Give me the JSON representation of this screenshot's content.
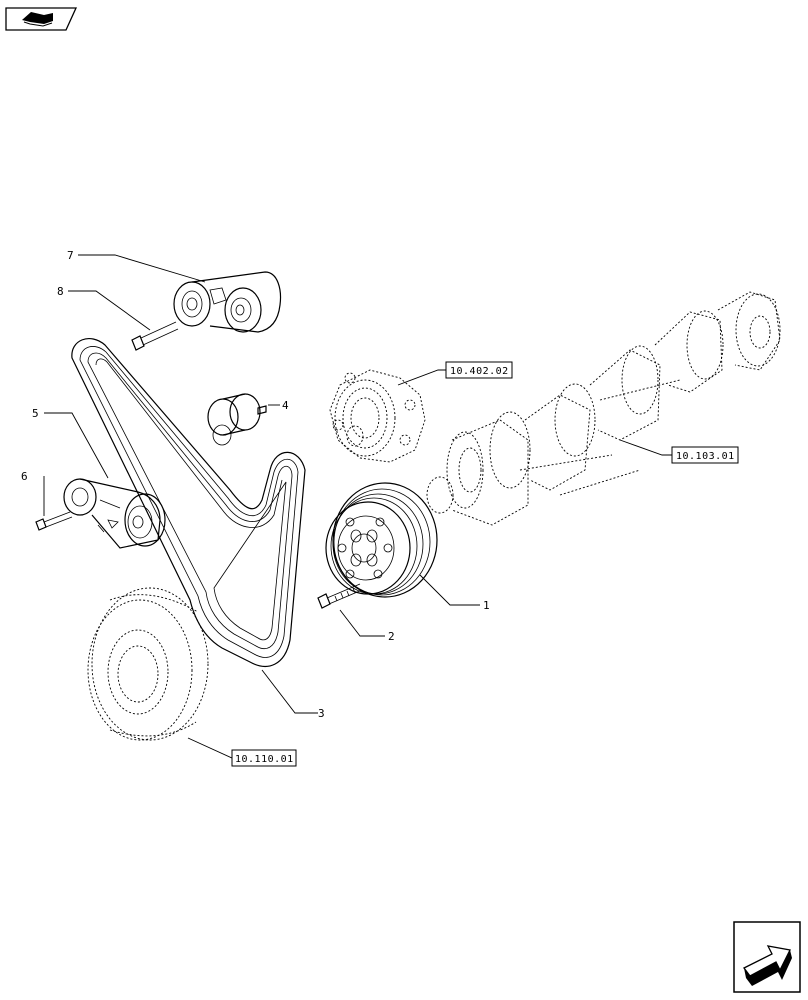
{
  "nav": {
    "top_icon": "book-arrow-icon",
    "bottom_icon": "next-page-arrow-icon"
  },
  "callouts": {
    "c1": "1",
    "c2": "2",
    "c3": "3",
    "c4": "4",
    "c5": "5",
    "c6": "6",
    "c7": "7",
    "c8": "8"
  },
  "references": {
    "water_pump": "10.402.02",
    "crankshaft": "10.103.01",
    "damper": "10.110.01"
  }
}
